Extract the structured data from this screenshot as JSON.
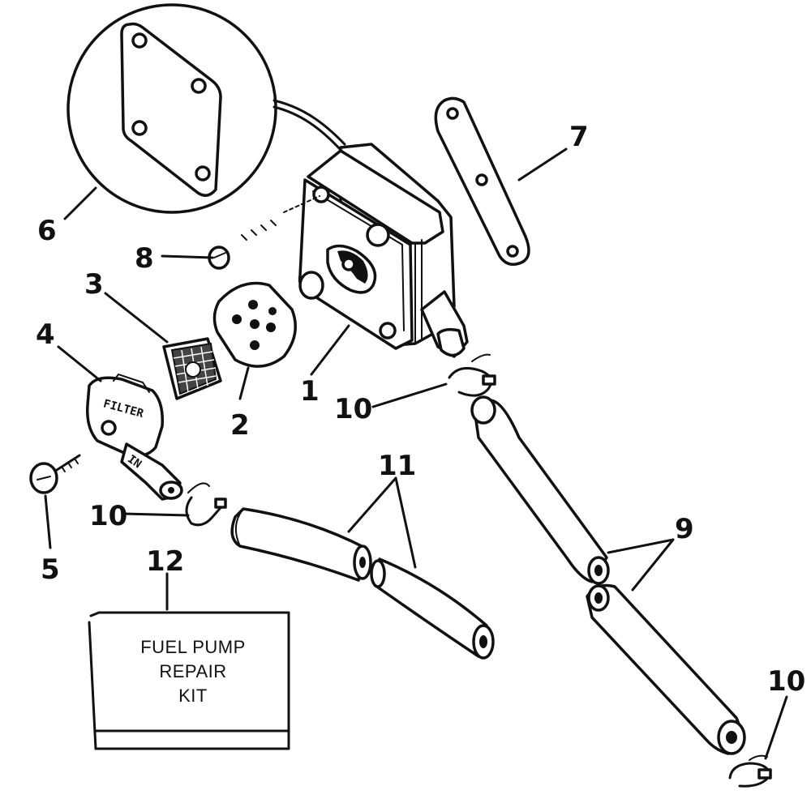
{
  "callouts": {
    "c1": "1",
    "c2": "2",
    "c3": "3",
    "c4": "4",
    "c5": "5",
    "c6": "6",
    "c7": "7",
    "c8": "8",
    "c9": "9",
    "c10a": "10",
    "c10b": "10",
    "c10c": "10",
    "c11": "11",
    "c12": "12"
  },
  "kit_box": {
    "line1": "FUEL PUMP",
    "line2": "REPAIR",
    "line3": "KIT"
  },
  "filter_cover_stamp": {
    "word1": "FILTER",
    "word2": "IN"
  }
}
